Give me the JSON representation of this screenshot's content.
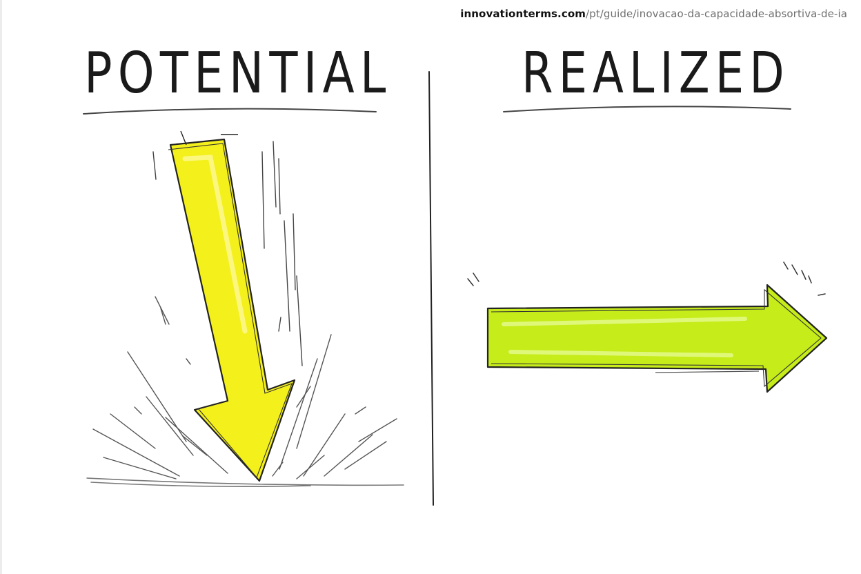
{
  "source": {
    "domain": "innovationterms.com",
    "path": "/pt/guide/inovacao-da-capacidade-absortiva-de-ia"
  },
  "panels": [
    {
      "title": "POTENTIAL",
      "arrow": "down-arrow-impact",
      "arrow_color": "#f4f01c"
    },
    {
      "title": "REALIZED",
      "arrow": "right-arrow",
      "arrow_color": "#c6ec1a"
    }
  ],
  "colors": {
    "ink": "#1a1a1a",
    "potential_arrow": "#f4f01c",
    "realized_arrow": "#c6ec1a"
  }
}
